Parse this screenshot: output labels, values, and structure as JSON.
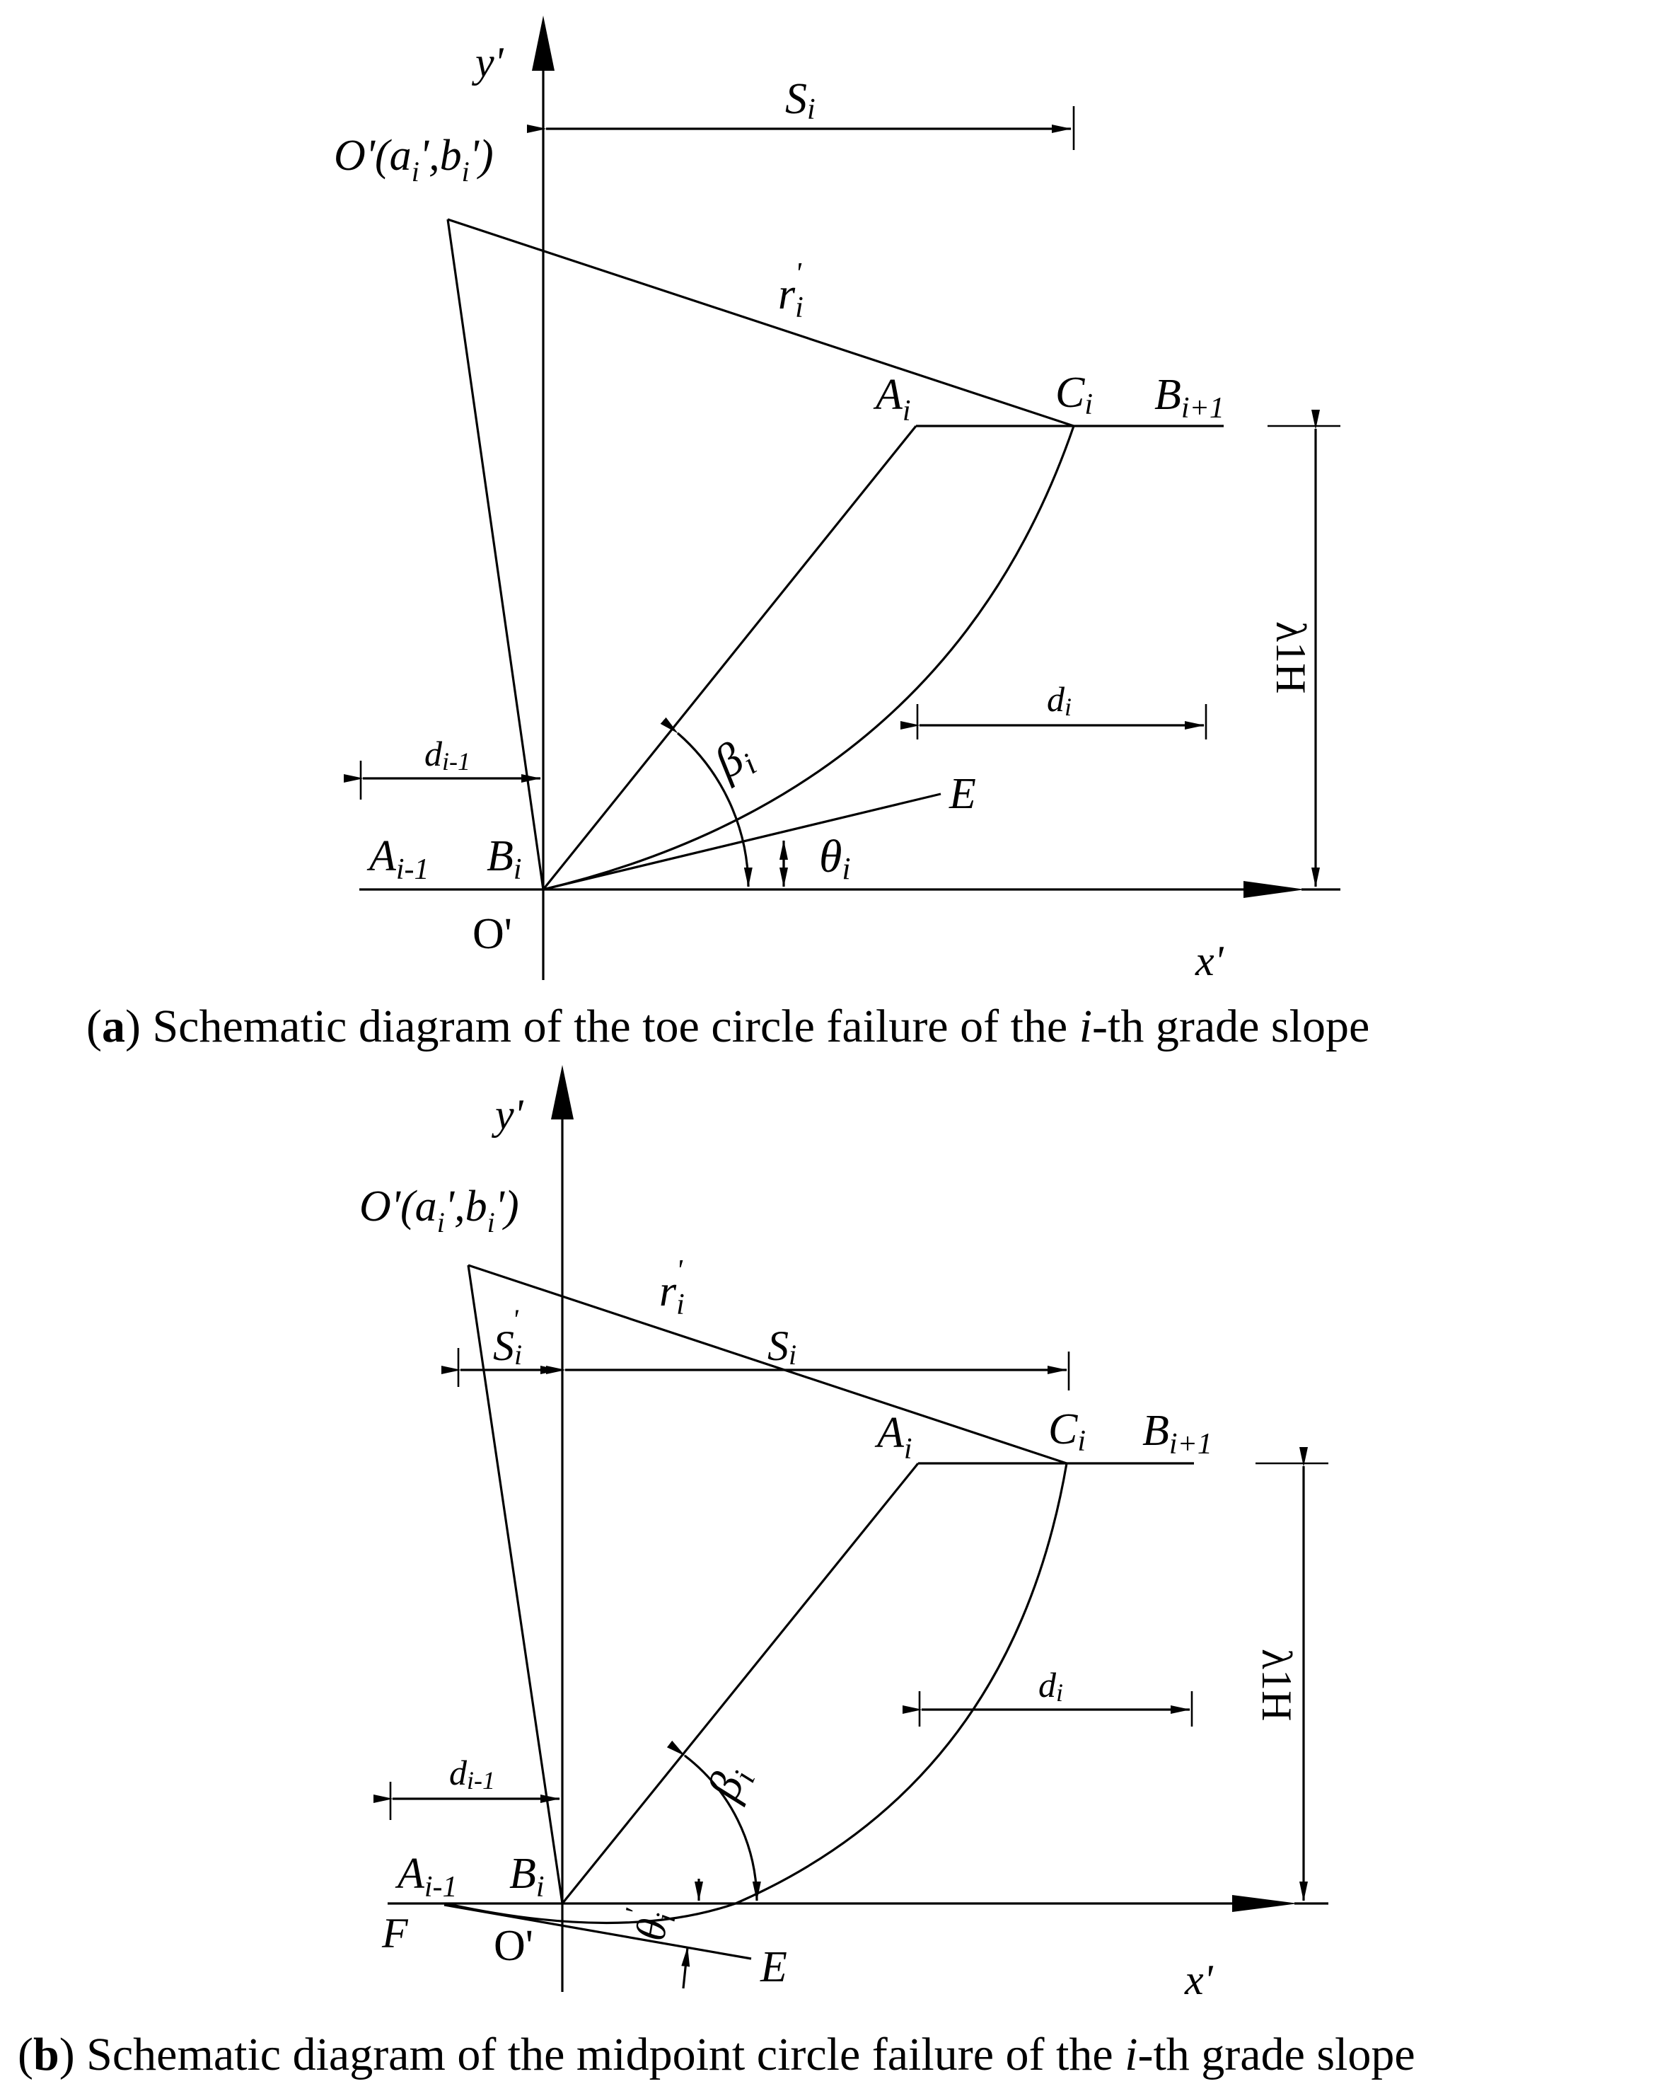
{
  "panel_a": {
    "y_axis": "y'",
    "center": "O'(a",
    "center_a_sub": "i",
    "center_mid": "',b",
    "center_b_sub": "i",
    "center_end": "')",
    "S": "S",
    "S_sub": "i",
    "r": "r",
    "r_sub": "i",
    "r_prime": "'",
    "A": "A",
    "A_sub": "i",
    "C": "C",
    "C_sub": "i",
    "B_next": "B",
    "B_next_sub": "i+1",
    "lambdaH": "λ1H",
    "d": "d",
    "d_sub": "i",
    "d_prev": "d",
    "d_prev_sub": "i-1",
    "beta": "β",
    "beta_sub": "i",
    "E": "E",
    "theta": "θ",
    "theta_sub": "i",
    "A_prev": "A",
    "A_prev_sub": "i-1",
    "B": "B",
    "B_sub": "i",
    "origin": "O'",
    "x_axis": "x'",
    "caption_open": "(",
    "caption_bold": "a",
    "caption_mid": ") Schematic diagram of the toe circle failure of the ",
    "caption_i": "i",
    "caption_end": "-th grade slope"
  },
  "panel_b": {
    "y_axis": "y'",
    "center": "O'(a",
    "center_a_sub": "i",
    "center_mid": "',b",
    "center_b_sub": "i",
    "center_end": "')",
    "S_prime": "S",
    "S_prime_sub": "i",
    "S_prime_mark": "'",
    "S": "S",
    "S_sub": "i",
    "r": "r",
    "r_sub": "i",
    "r_prime": "'",
    "A": "A",
    "A_sub": "i",
    "C": "C",
    "C_sub": "i",
    "B_next": "B",
    "B_next_sub": "i+1",
    "lambdaH": "λ1H",
    "d": "d",
    "d_sub": "i",
    "d_prev": "d",
    "d_prev_sub": "i-1",
    "beta": "β",
    "beta_sub": "i",
    "A_prev": "A",
    "A_prev_sub": "i-1",
    "B": "B",
    "B_sub": "i",
    "F": "F",
    "origin": "O'",
    "theta": "θ",
    "theta_sub": "i",
    "theta_prime": "'",
    "E": "E",
    "x_axis": "x'",
    "caption_open": "(",
    "caption_bold": "b",
    "caption_mid": ") Schematic diagram of the midpoint circle failure of the ",
    "caption_i": "i",
    "caption_end": "-th grade slope"
  }
}
